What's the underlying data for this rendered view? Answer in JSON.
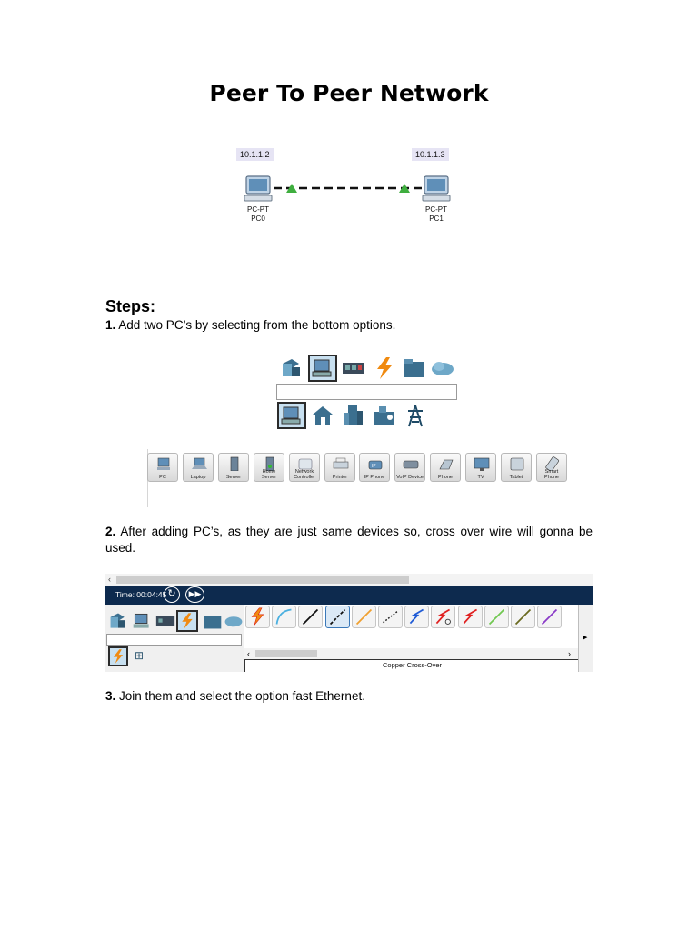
{
  "title": "Peer To Peer Network",
  "topology": {
    "pc0": {
      "ip": "10.1.1.2",
      "type": "PC-PT",
      "name": "PC0"
    },
    "pc1": {
      "ip": "10.1.1.3",
      "type": "PC-PT",
      "name": "PC1"
    },
    "link_color": "#111111",
    "port_color": "#3fae3f"
  },
  "steps_heading": "Steps:",
  "steps": [
    {
      "num": "1.",
      "text": "Add two PC’s by selecting from the bottom options."
    },
    {
      "num": "2.",
      "text": "After adding PC’s, as they are just same devices so, cross over wire will gonna be used."
    },
    {
      "num": "3.",
      "text": "Join them and select the option fast Ethernet."
    }
  ],
  "device_palette": {
    "categories": [
      "network-devices-icon",
      "end-devices-icon",
      "components-icon",
      "connections-icon",
      "misc-icon",
      "multiuser-icon"
    ],
    "subcategories": [
      "end-devices-icon",
      "home-icon",
      "building-icon",
      "industrial-icon",
      "power-grid-icon"
    ],
    "devices": [
      "PC",
      "Laptop",
      "Server",
      "Home Server",
      "Network Controller",
      "Printer",
      "IP Phone",
      "VoIP Device",
      "Phone",
      "TV",
      "Tablet",
      "Smart Phone"
    ]
  },
  "sim_panel": {
    "time_label": "Time: 00:04:45",
    "cable_tooltip": "Copper Cross-Over",
    "header_color": "#0d2a4e",
    "cables": [
      "automatic",
      "console",
      "copper-straight",
      "copper-cross-over",
      "fiber",
      "phone",
      "coaxial",
      "serial-dce",
      "serial-dte",
      "octal",
      "iot",
      "usb"
    ]
  }
}
